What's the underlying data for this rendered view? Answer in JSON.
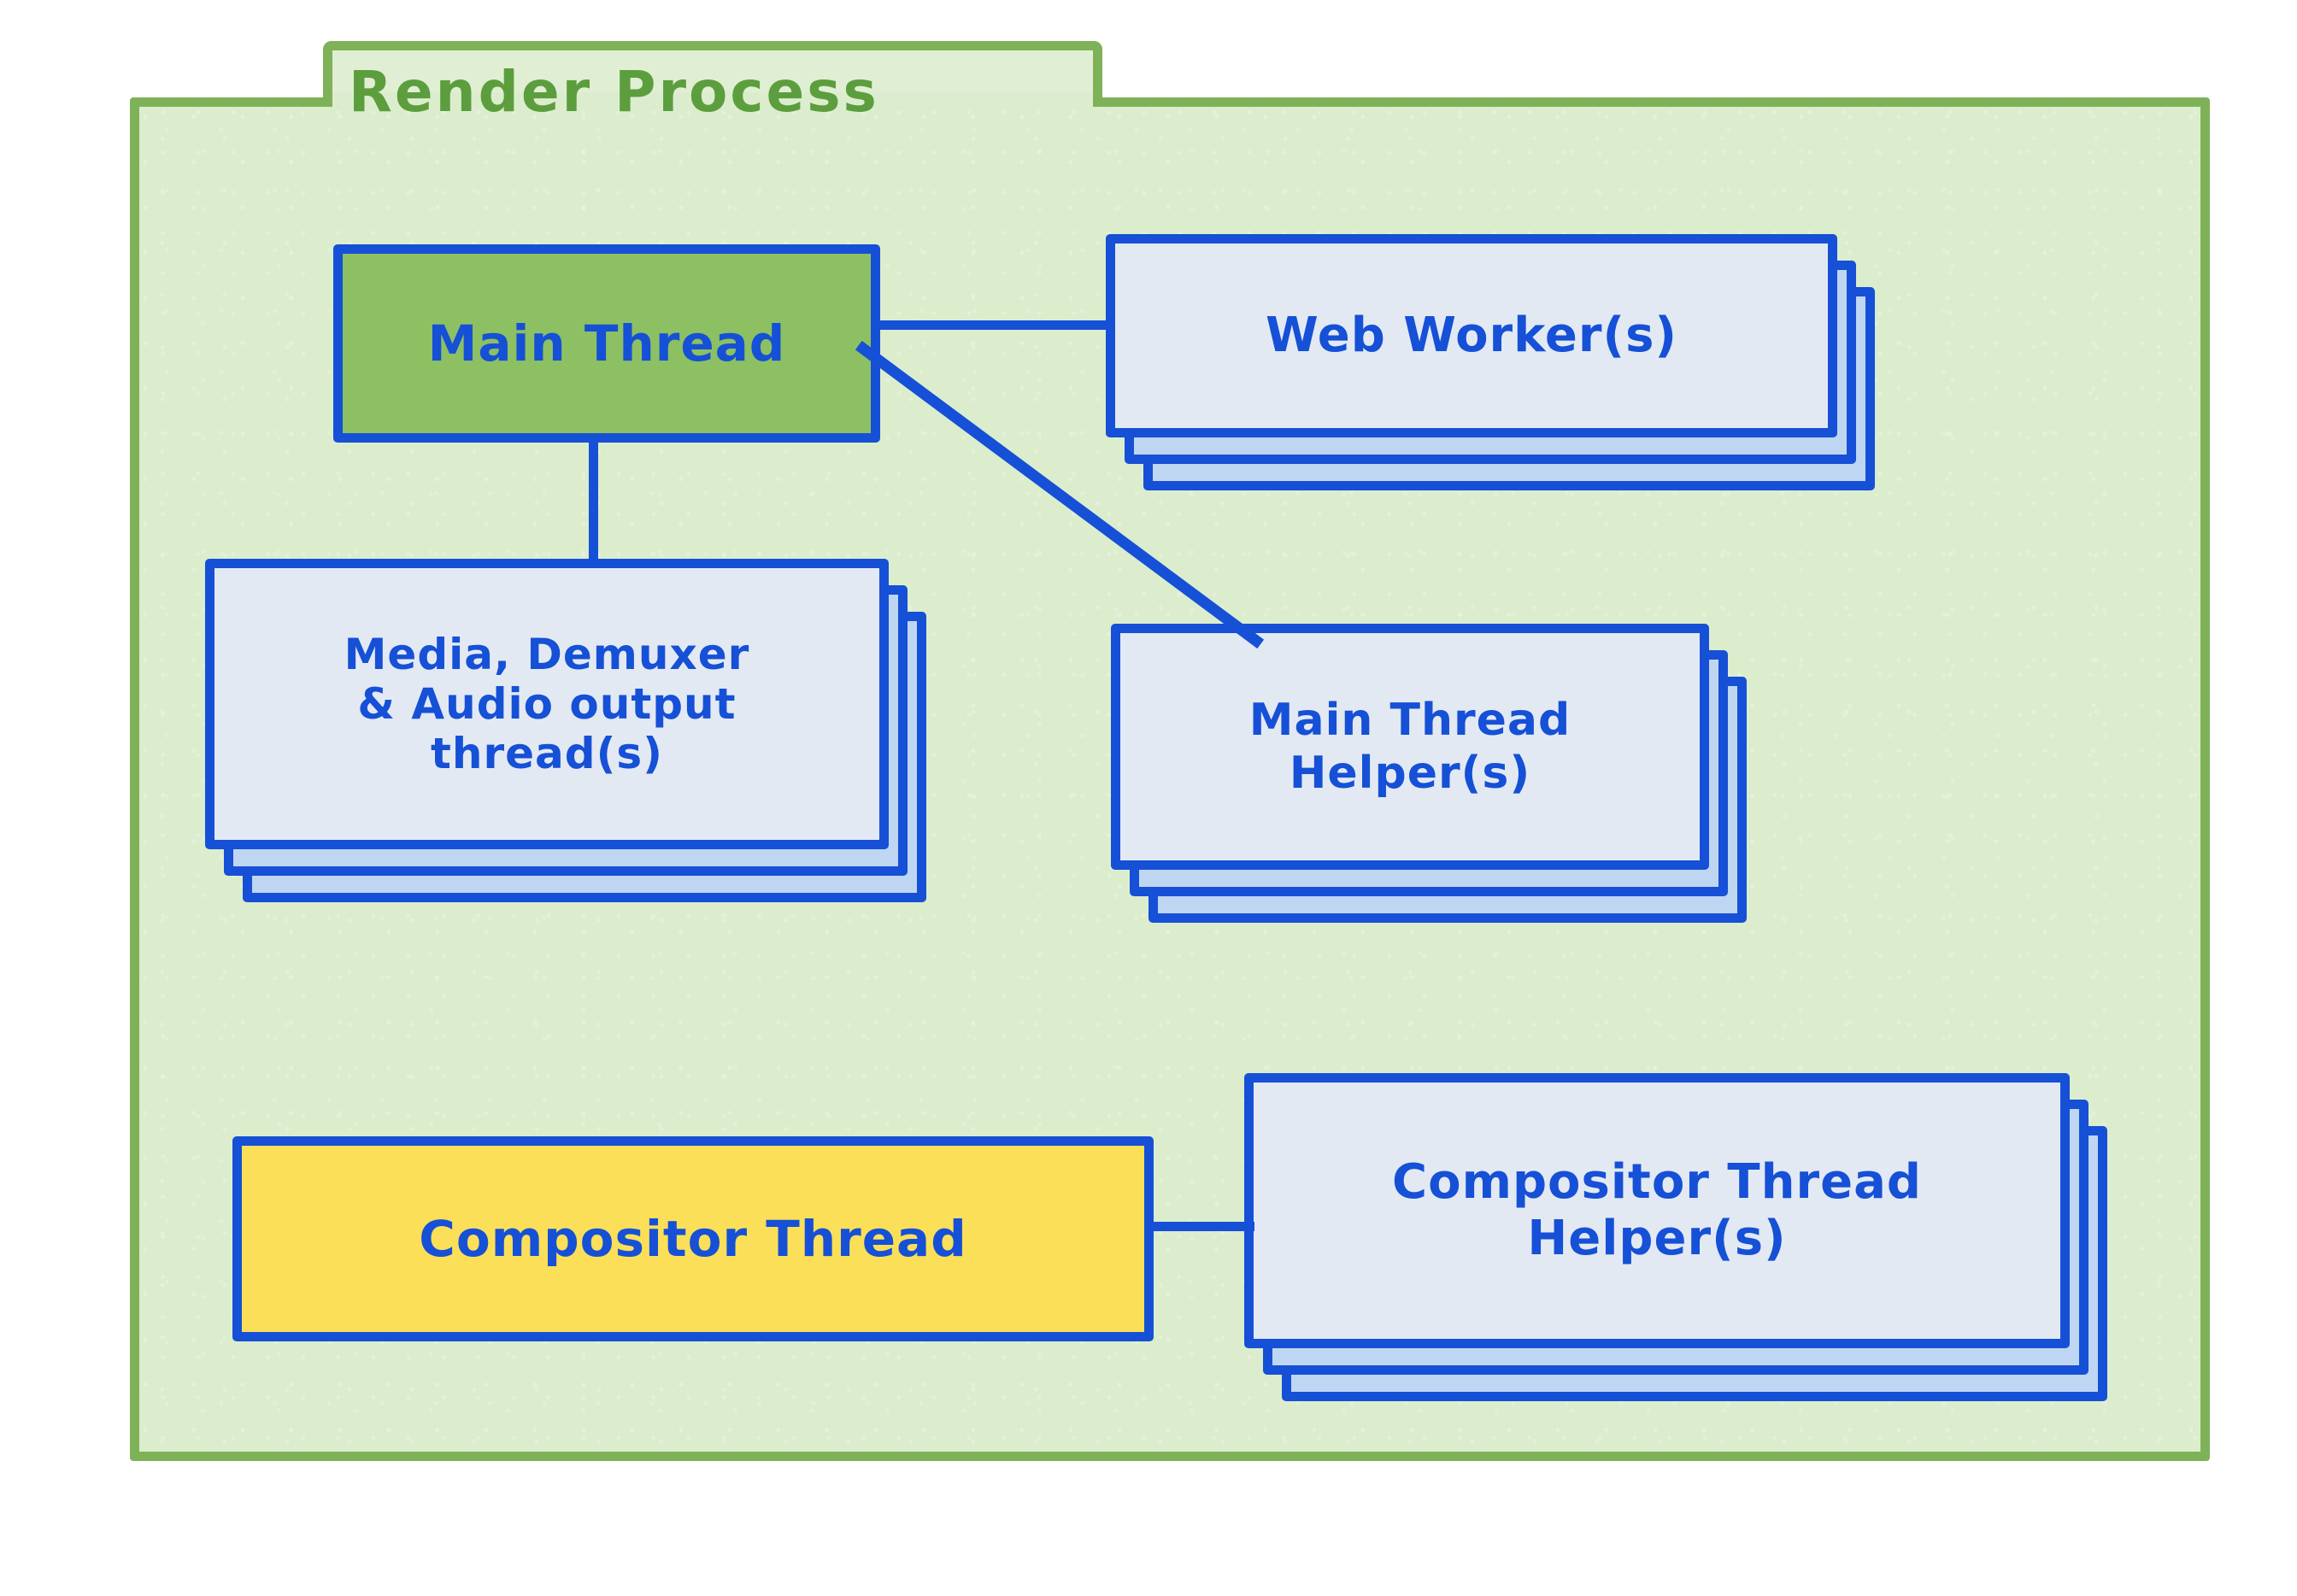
{
  "diagram": {
    "title": "Render Process",
    "type": "block-diagram",
    "colors": {
      "container_fill": "#dbedcd",
      "container_border": "#7fb258",
      "title_text": "#5c9e3e",
      "node_stroke": "#1550d6",
      "node_text": "#1550d6",
      "card_front_fill": "#e3e9f2",
      "card_back_fill": "#bfd6f2",
      "main_thread_fill": "#8cc063",
      "compositor_thread_fill": "#fbdf58",
      "page_background": "#ffffff"
    },
    "nodes": [
      {
        "id": "main-thread",
        "label": "Main Thread",
        "lines": [
          "Main Thread"
        ],
        "fill": "main_thread_fill",
        "stacked": false,
        "stack_count": 1
      },
      {
        "id": "web-workers",
        "label": "Web Worker(s)",
        "lines": [
          "Web Worker(s)"
        ],
        "fill": "card_front_fill",
        "stacked": true,
        "stack_count": 3
      },
      {
        "id": "media-demuxer-audio",
        "label": "Media, Demuxer & Audio output thread(s)",
        "lines": [
          "Media, Demuxer",
          "& Audio output",
          "thread(s)"
        ],
        "fill": "card_front_fill",
        "stacked": true,
        "stack_count": 3
      },
      {
        "id": "main-thread-helpers",
        "label": "Main Thread Helper(s)",
        "lines": [
          "Main Thread",
          "Helper(s)"
        ],
        "fill": "card_front_fill",
        "stacked": true,
        "stack_count": 3
      },
      {
        "id": "compositor-thread",
        "label": "Compositor Thread",
        "lines": [
          "Compositor Thread"
        ],
        "fill": "compositor_thread_fill",
        "stacked": false,
        "stack_count": 1
      },
      {
        "id": "compositor-thread-helpers",
        "label": "Compositor Thread Helper(s)",
        "lines": [
          "Compositor Thread",
          "Helper(s)"
        ],
        "fill": "card_front_fill",
        "stacked": true,
        "stack_count": 3
      }
    ],
    "edges": [
      {
        "id": "edge-main-to-webworkers",
        "from": "main-thread",
        "to": "web-workers",
        "style": "straight-horizontal"
      },
      {
        "id": "edge-main-to-media",
        "from": "main-thread",
        "to": "media-demuxer-audio",
        "style": "straight-vertical"
      },
      {
        "id": "edge-main-to-helpers",
        "from": "main-thread",
        "to": "main-thread-helpers",
        "style": "diagonal"
      },
      {
        "id": "edge-compositor-to-helpers",
        "from": "compositor-thread",
        "to": "compositor-thread-helpers",
        "style": "straight-horizontal"
      }
    ]
  }
}
